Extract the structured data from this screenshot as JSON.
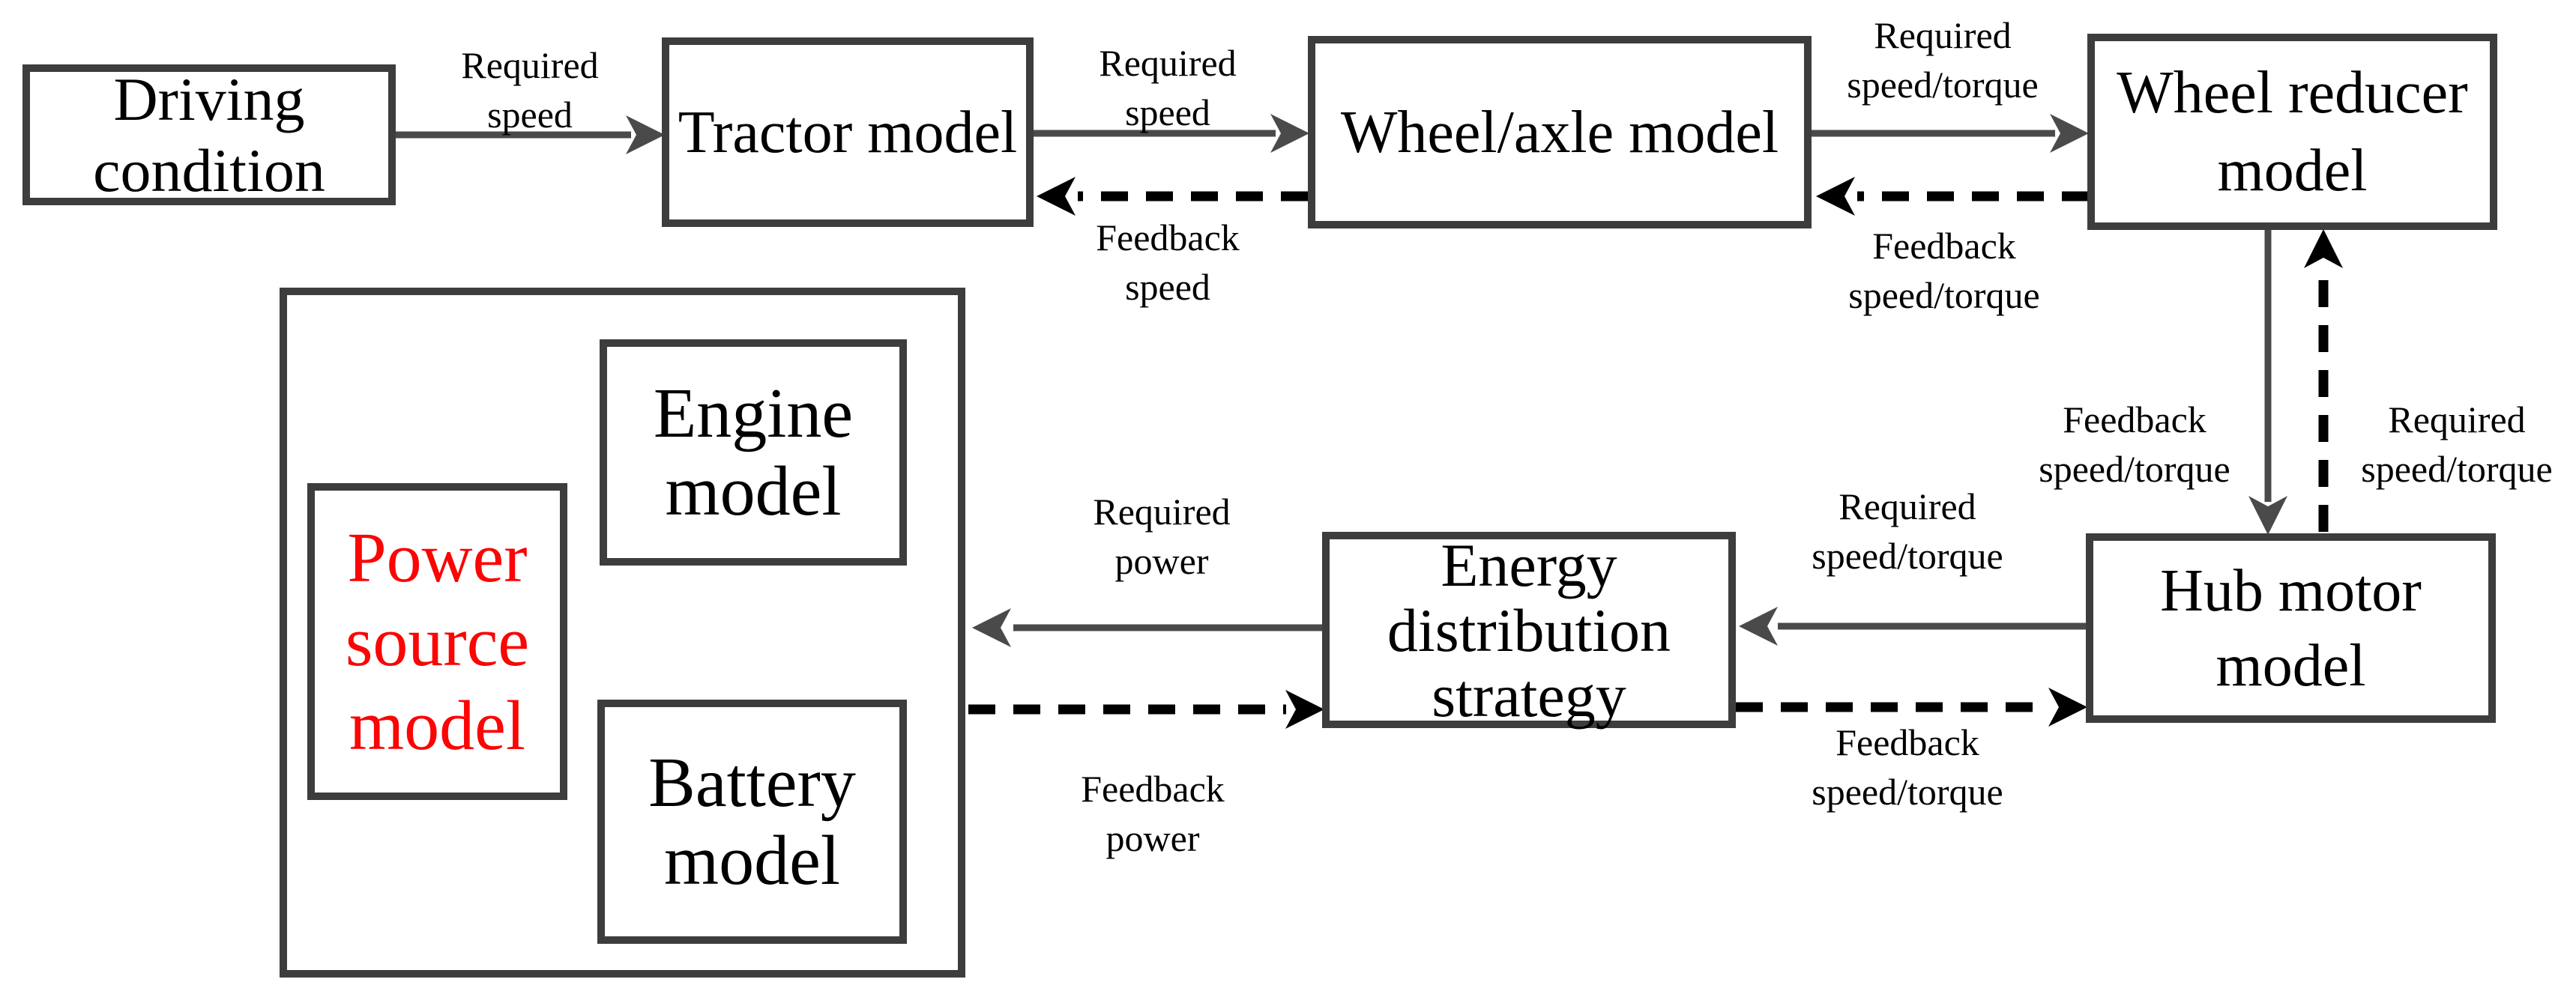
{
  "canvas": {
    "background": "#ffffff"
  },
  "colors": {
    "box_border": "#3d3d3d",
    "solid_arrow": "#4a4a4a",
    "dashed_arrow": "#000000",
    "text": "#000000",
    "power_source_text": "#fb0505"
  },
  "nodes": {
    "driving_condition": "Driving\ncondition",
    "tractor_model": "Tractor model",
    "wheel_axle_model": "Wheel/axle model",
    "wheel_reducer_model": "Wheel reducer\nmodel",
    "hub_motor_model": "Hub motor\nmodel",
    "energy_distribution_strategy": "Energy\ndistribution\nstrategy",
    "engine_model": "Engine\nmodel",
    "power_source_model": "Power\nsource\nmodel",
    "battery_model": "Battery\nmodel"
  },
  "edge_labels": {
    "driving_to_tractor": "Required\nspeed",
    "tractor_to_wheel_axle": "Required\nspeed",
    "wheel_axle_to_tractor": "Feedback\nspeed",
    "wheel_axle_to_wheel_reducer": "Required\nspeed/torque",
    "wheel_reducer_to_wheel_axle": "Feedback\nspeed/torque",
    "reducer_hub_left": "Feedback\nspeed/torque",
    "reducer_hub_right": "Required\nspeed/torque",
    "hub_motor_to_energy": "Required\nspeed/torque",
    "energy_to_hub_motor": "Feedback\nspeed/torque",
    "energy_to_power_source": "Required\npower",
    "power_source_to_energy": "Feedback\npower"
  }
}
